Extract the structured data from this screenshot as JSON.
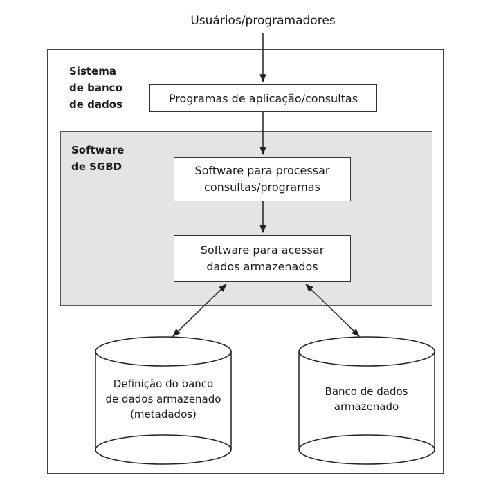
{
  "diagram": {
    "top_label": "Usuários/programadores",
    "system_label": [
      "Sistema",
      "de banco",
      "de dados"
    ],
    "app_box": "Programas de aplicação/consultas",
    "sgbd_label": [
      "Software",
      "de SGBD"
    ],
    "process_box": [
      "Software para processar",
      "consultas/programas"
    ],
    "access_box": [
      "Software para acessar",
      "dados armazenados"
    ],
    "left_cylinder": [
      "Definição do banco",
      "de dados armazenado",
      "(metadados)"
    ],
    "right_cylinder": [
      "Banco de dados",
      "armazenado"
    ]
  }
}
